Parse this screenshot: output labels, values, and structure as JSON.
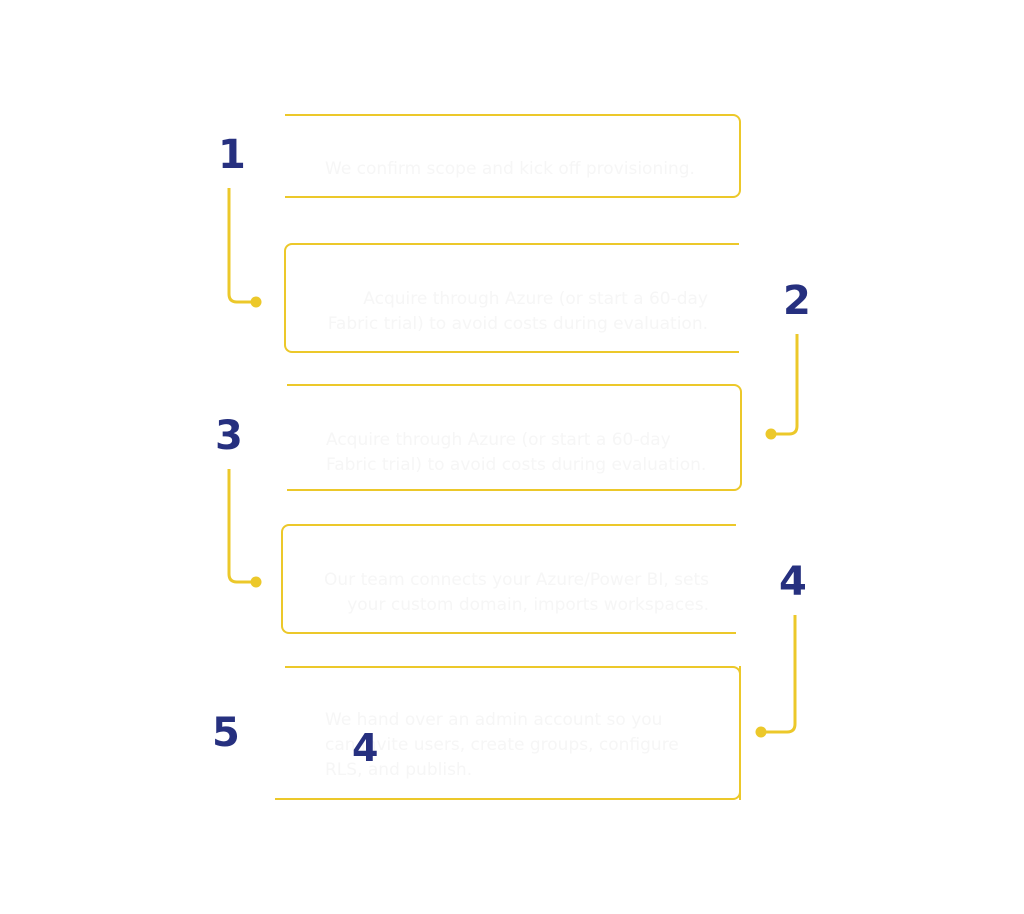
{
  "colors": {
    "accent": "#ecc82a",
    "number": "#26307f",
    "text": "#f6f6f6",
    "background": "#ffffff"
  },
  "steps": [
    {
      "number": "1",
      "lines": [
        "We confirm scope and kick off provisioning."
      ]
    },
    {
      "number": "2",
      "lines": [
        "Acquire through Azure (or start a 60-day",
        "Fabric trial) to avoid costs during evaluation."
      ]
    },
    {
      "number": "3",
      "lines": [
        "Acquire through Azure (or start a 60-day",
        "Fabric trial) to avoid costs during evaluation."
      ]
    },
    {
      "number": "4",
      "lines": [
        "Our team connects your Azure/Power BI, sets",
        "your custom domain, imports workspaces."
      ]
    },
    {
      "number": "5",
      "lines": [
        "We hand over an admin account so you",
        "can invite users, create groups, configure",
        "RLS, and publish."
      ]
    }
  ],
  "stray_number": "4"
}
